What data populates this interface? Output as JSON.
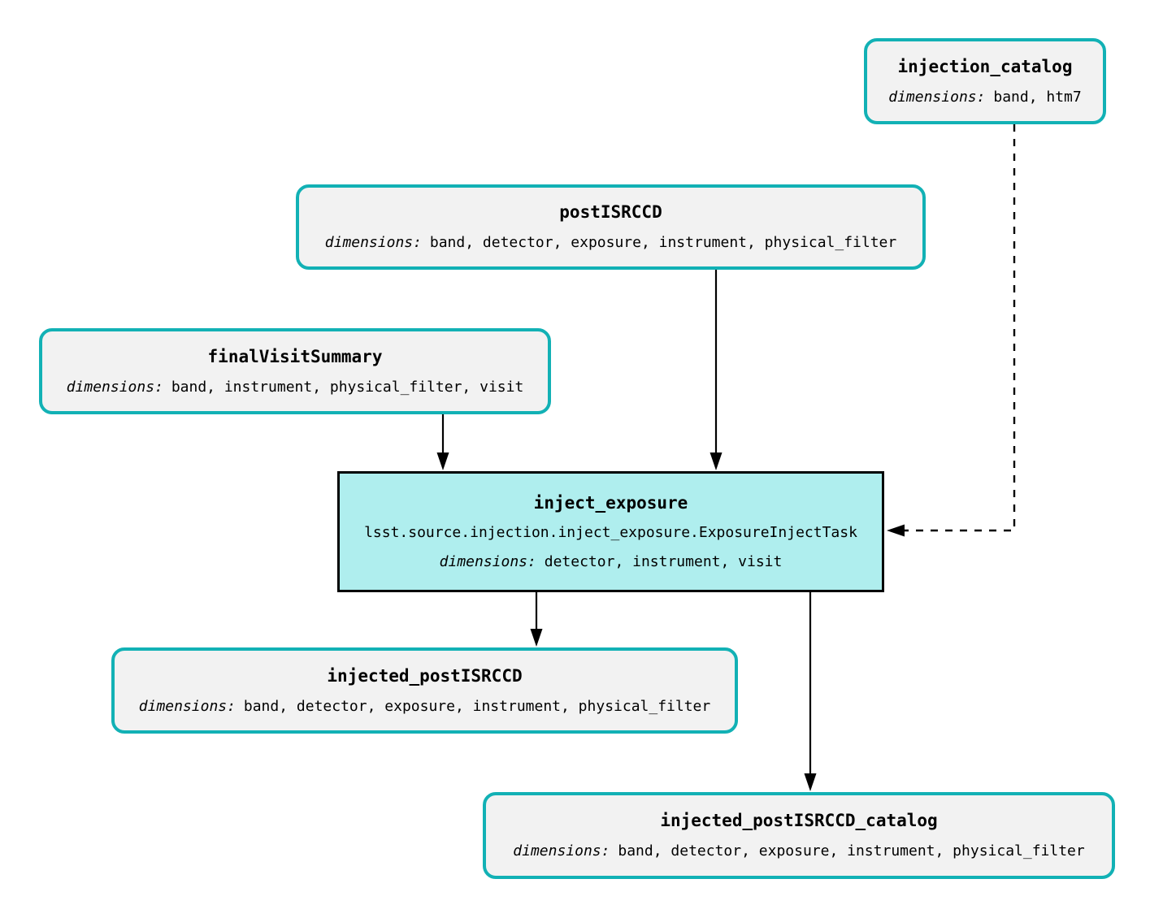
{
  "diagram": {
    "type": "pipeline-graph",
    "nodes": [
      {
        "id": "injection_catalog",
        "kind": "dataset",
        "title": "injection_catalog",
        "dimensions_label": "dimensions:",
        "dimensions": "band, htm7"
      },
      {
        "id": "postISRCCD",
        "kind": "dataset",
        "title": "postISRCCD",
        "dimensions_label": "dimensions:",
        "dimensions": "band, detector, exposure, instrument, physical_filter"
      },
      {
        "id": "finalVisitSummary",
        "kind": "dataset",
        "title": "finalVisitSummary",
        "dimensions_label": "dimensions:",
        "dimensions": "band, instrument, physical_filter, visit"
      },
      {
        "id": "inject_exposure",
        "kind": "task",
        "title": "inject_exposure",
        "task_class": "lsst.source.injection.inject_exposure.ExposureInjectTask",
        "dimensions_label": "dimensions:",
        "dimensions": "detector, instrument, visit"
      },
      {
        "id": "injected_postISRCCD",
        "kind": "dataset",
        "title": "injected_postISRCCD",
        "dimensions_label": "dimensions:",
        "dimensions": "band, detector, exposure, instrument, physical_filter"
      },
      {
        "id": "injected_postISRCCD_catalog",
        "kind": "dataset",
        "title": "injected_postISRCCD_catalog",
        "dimensions_label": "dimensions:",
        "dimensions": "band, detector, exposure, instrument, physical_filter"
      }
    ],
    "edges": [
      {
        "from": "postISRCCD",
        "to": "inject_exposure",
        "style": "solid"
      },
      {
        "from": "finalVisitSummary",
        "to": "inject_exposure",
        "style": "solid"
      },
      {
        "from": "injection_catalog",
        "to": "inject_exposure",
        "style": "dashed"
      },
      {
        "from": "inject_exposure",
        "to": "injected_postISRCCD",
        "style": "solid"
      },
      {
        "from": "inject_exposure",
        "to": "injected_postISRCCD_catalog",
        "style": "solid"
      }
    ],
    "colors": {
      "background": "#ffffff",
      "dataset_border": "#12b1b5",
      "dataset_fill": "#f2f2f2",
      "task_border": "#000000",
      "task_fill": "#afeeee",
      "edge": "#000000",
      "text": "#000000"
    }
  }
}
